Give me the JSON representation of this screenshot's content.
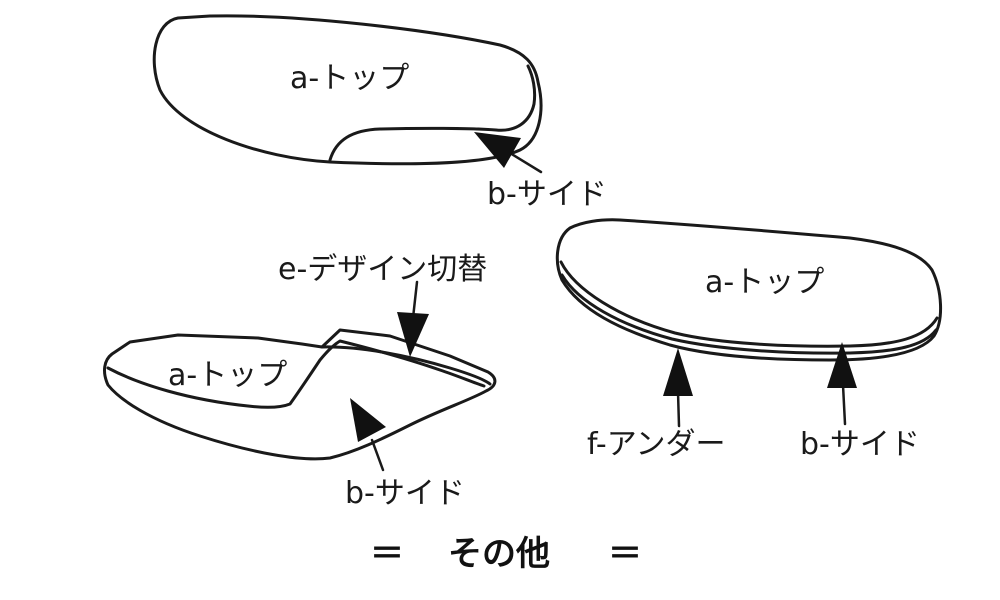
{
  "seat1": {
    "top_label": "a-トップ",
    "side_label": "b-サイド"
  },
  "seat2": {
    "top_label": "a-トップ",
    "side_label": "b-サイド",
    "design_label": "e-デザイン切替"
  },
  "seat3": {
    "top_label": "a-トップ",
    "side_label": "b-サイド",
    "under_label": "f-アンダー"
  },
  "footer": {
    "left_mark": "＝",
    "title": "その他",
    "right_mark": "＝"
  }
}
